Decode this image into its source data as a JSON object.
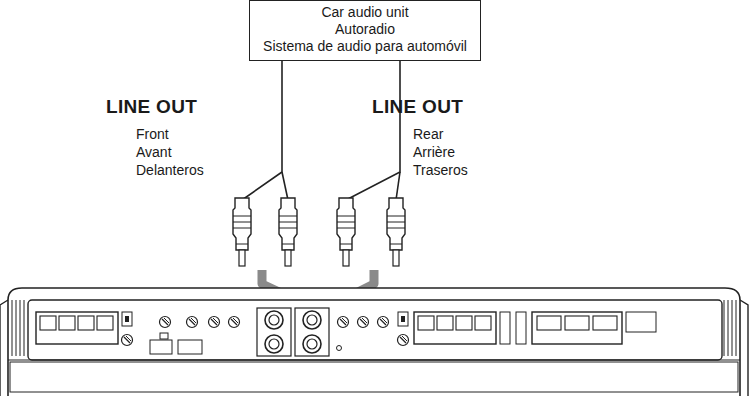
{
  "diagram": {
    "nodes": [
      {
        "text": [
          "Car audio unit",
          "Autoradio",
          "Sistema de audio para automóvil"
        ]
      }
    ],
    "labels": [
      "LINE OUT",
      "LINE OUT",
      "Front",
      "Avant",
      "Delanteros",
      "Rear",
      "Arrière",
      "Traseros"
    ]
  }
}
